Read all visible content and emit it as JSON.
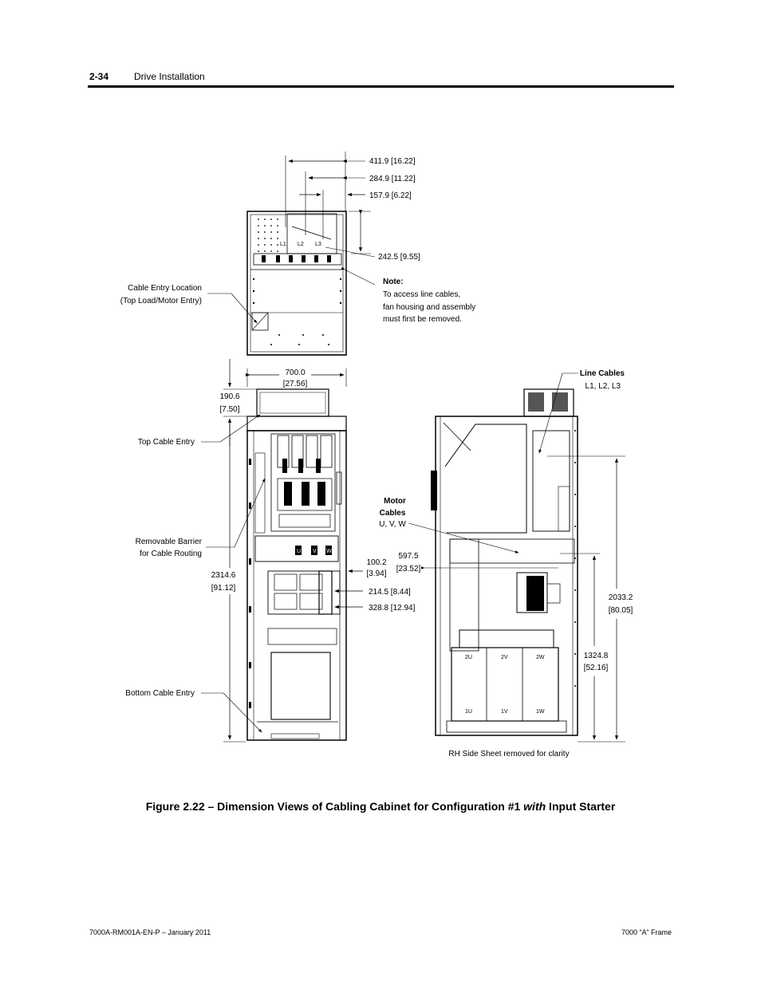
{
  "header": {
    "page_number": "2-34",
    "section": "Drive Installation"
  },
  "caption": {
    "prefix": "Figure 2.22 – Dimension Views of Cabling Cabinet for Configuration #1 ",
    "italic": "with",
    "suffix": " Input Starter"
  },
  "footer": {
    "left": "7000A-RM001A-EN-P – January 2011",
    "right": "7000 “A” Frame"
  },
  "top_view": {
    "dims": [
      "411.9 [16.22]",
      "284.9 [11.22]",
      "157.9 [6.22]",
      "242.5 [9.55]"
    ],
    "terminals": [
      "L1",
      "L2",
      "L3"
    ],
    "note_title": "Note:",
    "note_lines": [
      "To access line cables,",
      "fan housing and assembly",
      "must first be removed."
    ],
    "cable_entry_line1": "Cable Entry Location",
    "cable_entry_line2": "(Top Load/Motor Entry)"
  },
  "front_view": {
    "width_mm": "700.0",
    "width_in": "[27.56]",
    "top_mm": "190.6",
    "top_in": "[7.50]",
    "height_mm": "2314.6",
    "height_in": "[91.12]",
    "top_cable_entry": "Top Cable Entry",
    "barrier_line1": "Removable Barrier",
    "barrier_line2": "for Cable Routing",
    "bottom_cable_entry": "Bottom Cable Entry",
    "motor_terms": [
      "U",
      "V",
      "W"
    ],
    "dim_100_mm": "100.2",
    "dim_100_in": "[3.94]",
    "dim_214": "214.5 [8.44]",
    "dim_328": "328.8 [12.94]"
  },
  "side_view": {
    "line_cables_title": "Line Cables",
    "line_cables_terms": "L1, L2, L3",
    "motor_cables_line1": "Motor",
    "motor_cables_line2": "Cables",
    "motor_cables_terms": "U, V, W",
    "dim_597_mm": "597.5",
    "dim_597_in": "[23.52]",
    "dim_2033_mm": "2033.2",
    "dim_2033_in": "[80.05]",
    "dim_1324_mm": "1324.8",
    "dim_1324_in": "[52.16]",
    "trans_top": [
      "2U",
      "2V",
      "2W"
    ],
    "trans_bottom": [
      "1U",
      "1V",
      "1W"
    ],
    "caption": "RH Side Sheet removed for clarity"
  }
}
